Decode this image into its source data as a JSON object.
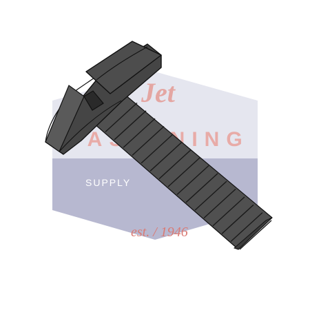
{
  "product": {
    "description": "Black oxide slotted cheese head machine screw, fully threaded, shown at an angle"
  },
  "watermark": {
    "brand_word_1": "Jet",
    "brand_word_2": "FASTENING",
    "supply_text": "SUPPLY",
    "est_text": "est. / 1946",
    "colors": {
      "panel": "#e3e4ee",
      "band": "#b3b4cd",
      "text_red": "#d9736e",
      "text_white": "#ffffff"
    }
  },
  "colors": {
    "screw_dark": "#3a3a3a",
    "screw_mid": "#555555",
    "outline": "#111111",
    "background": "#ffffff"
  }
}
